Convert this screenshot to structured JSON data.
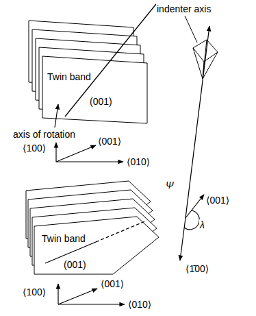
{
  "diagram": {
    "labels": [
      "indenter axis",
      "Twin band",
      "(001)",
      "axis of rotation",
      "⟨100⟩",
      "⟨001⟩",
      "⟨010⟩",
      "Ψ",
      "⟨001⟩",
      "λ",
      "⟨1̄00⟩",
      "Twin band",
      "(001)",
      "⟨100⟩",
      "⟨001⟩",
      "⟨010⟩"
    ]
  }
}
